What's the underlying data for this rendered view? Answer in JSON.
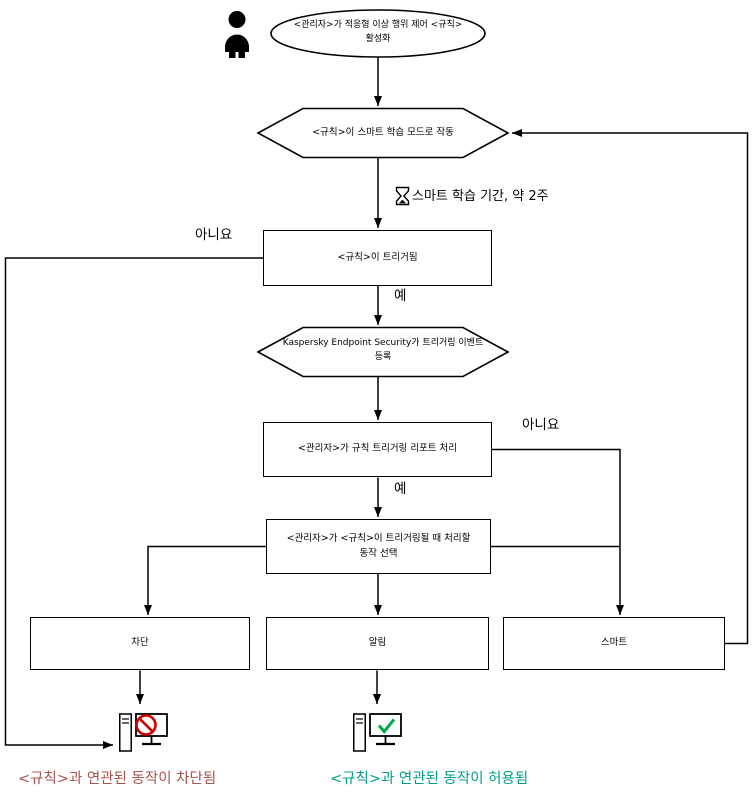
{
  "flowchart": {
    "start": {
      "line1": "<관리자>가 적응형 이상 행위 제어 <규칙>",
      "line2": "활성화"
    },
    "smart_mode": {
      "label": "<규칙>이 스마트 학습 모드로 작동"
    },
    "training_period": {
      "label": "스마트 학습 기간, 약 2주"
    },
    "rule_triggered": {
      "label": "<규칙>이 트리거됨"
    },
    "register_event": {
      "line1": "Kaspersky Endpoint Security가 트리거링 이벤트",
      "line2": "등록"
    },
    "process_report": {
      "label": "<관리자>가 규칙 트리거링 리포트 처리"
    },
    "select_action": {
      "line1": "<관리자>가 <규칙>이 트리거링될 때 처리할",
      "line2": "동작 선택"
    },
    "actions": {
      "block": "차단",
      "inform": "알림",
      "smart": "스마트"
    },
    "labels": {
      "yes": "예",
      "no": "아니요"
    },
    "results": {
      "blocked": "<규칙>과 연관된 동작이 차단됨",
      "allowed": "<규칙>과 연관된 동작이 허용됨"
    },
    "colors": {
      "blocked_text": "#a8534e",
      "allowed_text": "#00a08a",
      "prohibition_sign": "#cc0000",
      "check_sign": "#00a650",
      "line": "#000000"
    }
  }
}
